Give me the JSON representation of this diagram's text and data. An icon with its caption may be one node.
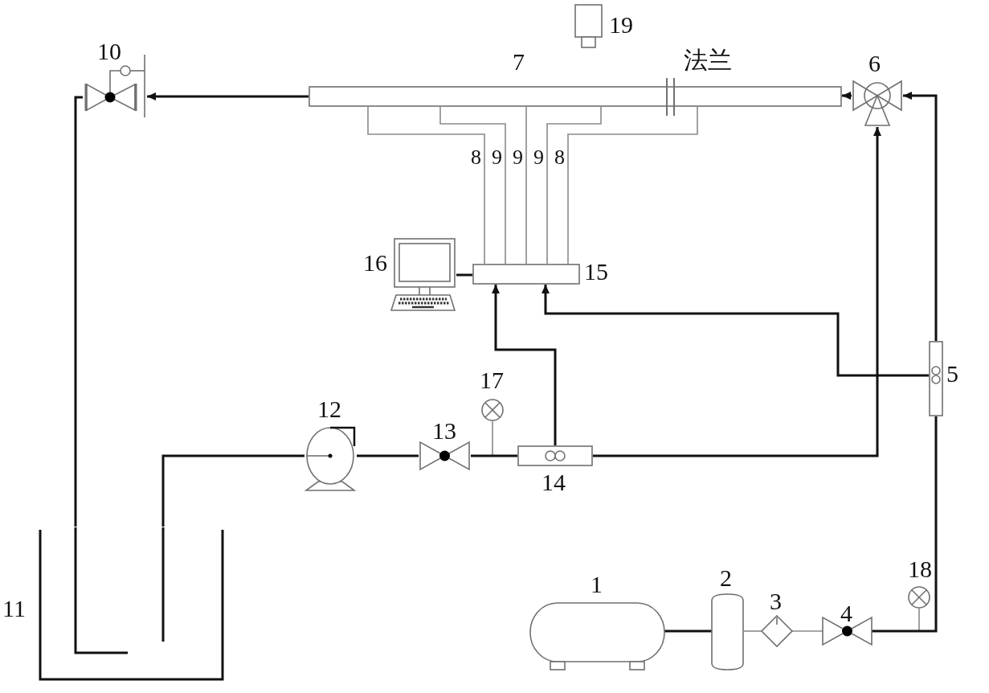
{
  "diagram": {
    "nodes": [
      {
        "text": [
          "1"
        ]
      },
      {
        "text": [
          "2"
        ]
      },
      {
        "text": [
          "3"
        ]
      },
      {
        "text": [
          "4"
        ]
      },
      {
        "text": [
          "5"
        ]
      },
      {
        "text": [
          "6"
        ]
      },
      {
        "text": [
          "7"
        ],
        "beside": [
          "法兰"
        ]
      },
      {
        "text": [
          "10"
        ]
      },
      {
        "text": [
          "11"
        ]
      },
      {
        "text": [
          "12"
        ]
      },
      {
        "text": [
          "13"
        ]
      },
      {
        "text": [
          "14"
        ]
      },
      {
        "text": [
          "15"
        ]
      },
      {
        "text": [
          "16"
        ]
      },
      {
        "text": [
          "17"
        ]
      },
      {
        "text": [
          "18"
        ]
      },
      {
        "text": [
          "19"
        ]
      }
    ],
    "edges": [
      {
        "from": 0,
        "to": 1,
        "arrow": "none"
      },
      {
        "from": 1,
        "to": 2,
        "arrow": "none",
        "color": "#8a8a8a"
      },
      {
        "from": 2,
        "to": 3,
        "arrow": "none",
        "color": "#8a8a8a"
      },
      {
        "from": 3,
        "to": 4,
        "arrow": "none"
      },
      {
        "from": 3,
        "to": 15,
        "arrow": "none",
        "color": "#8a8a8a"
      },
      {
        "from": 4,
        "to": 5,
        "arrow": "to"
      },
      {
        "from": 4,
        "to": 12,
        "arrow": "to"
      },
      {
        "from": 5,
        "to": 6,
        "arrow": "to"
      },
      {
        "from": 6,
        "to": 7,
        "arrow": "to"
      },
      {
        "from": 6,
        "to": 12,
        "arrow": "none",
        "label": "8",
        "color": "#8a8a8a"
      },
      {
        "from": 6,
        "to": 12,
        "arrow": "none",
        "label": "9",
        "color": "#8a8a8a"
      },
      {
        "from": 6,
        "to": 12,
        "arrow": "none",
        "label": "9",
        "color": "#8a8a8a"
      },
      {
        "from": 6,
        "to": 12,
        "arrow": "none",
        "label": "9",
        "color": "#8a8a8a"
      },
      {
        "from": 6,
        "to": 12,
        "arrow": "none",
        "label": "8",
        "color": "#8a8a8a"
      },
      {
        "from": 7,
        "to": 8,
        "arrow": "none"
      },
      {
        "from": 8,
        "to": 9,
        "arrow": "none"
      },
      {
        "from": 9,
        "to": 10,
        "arrow": "none"
      },
      {
        "from": 10,
        "to": 11,
        "arrow": "none"
      },
      {
        "from": 10,
        "to": 14,
        "arrow": "none",
        "color": "#8a8a8a"
      },
      {
        "from": 11,
        "to": 5,
        "arrow": "to"
      },
      {
        "from": 11,
        "to": 12,
        "arrow": "to"
      },
      {
        "from": 12,
        "to": 13,
        "arrow": "none"
      }
    ]
  }
}
